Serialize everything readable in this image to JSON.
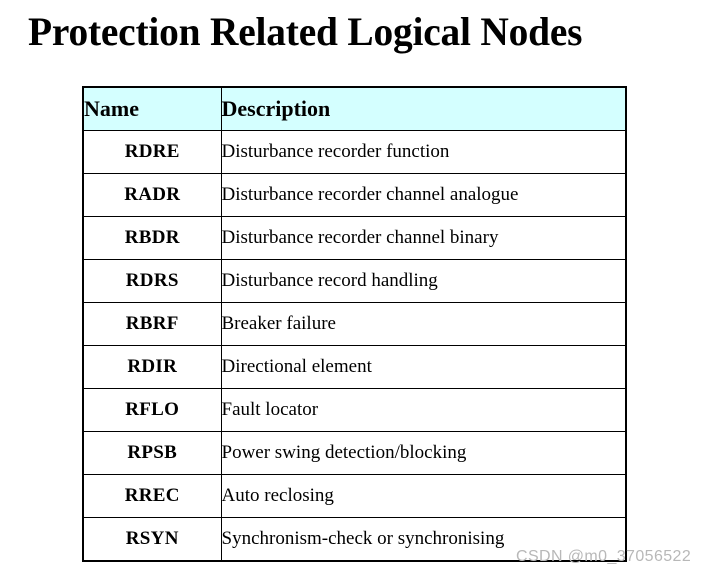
{
  "title": "Protection Related Logical Nodes",
  "colors": {
    "header_background": "#d4ffff",
    "page_background": "#ffffff",
    "border": "#000000",
    "text": "#000000",
    "watermark": "#b8b8b8"
  },
  "table": {
    "columns": [
      {
        "key": "name",
        "label": "Name"
      },
      {
        "key": "description",
        "label": "Description"
      }
    ],
    "rows": [
      {
        "name": "RDRE",
        "description": "Disturbance recorder function"
      },
      {
        "name": "RADR",
        "description": "Disturbance recorder channel analogue"
      },
      {
        "name": "RBDR",
        "description": "Disturbance recorder channel binary"
      },
      {
        "name": "RDRS",
        "description": "Disturbance record handling"
      },
      {
        "name": "RBRF",
        "description": "Breaker failure"
      },
      {
        "name": "RDIR",
        "description": "Directional element"
      },
      {
        "name": "RFLO",
        "description": "Fault locator"
      },
      {
        "name": "RPSB",
        "description": "Power swing detection/blocking"
      },
      {
        "name": "RREC",
        "description": "Auto reclosing"
      },
      {
        "name": "RSYN",
        "description": "Synchronism-check or synchronising"
      }
    ]
  },
  "watermark": "CSDN @m0_37056522"
}
